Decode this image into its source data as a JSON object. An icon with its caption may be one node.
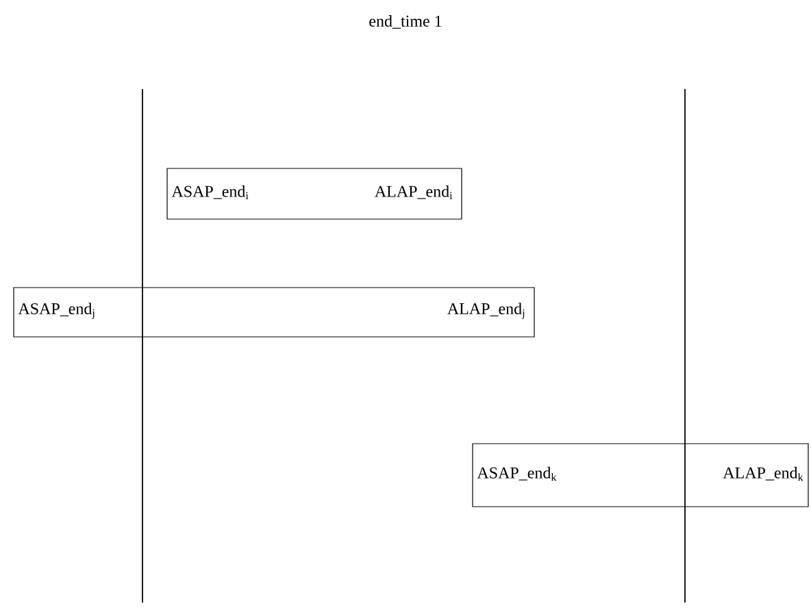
{
  "diagram": {
    "title": "end_time 1",
    "nodes": [
      {
        "text": [
          "ASAP_end$_{i}$",
          "ALAP_end$_{i}$"
        ]
      },
      {
        "text": [
          "ASAP_end$_{j}$",
          "ALAP_end$_{j}$"
        ]
      },
      {
        "text": [
          "ASAP_end$_{k}$",
          "ALAP_end$_{k}$"
        ]
      }
    ],
    "edges": []
  }
}
